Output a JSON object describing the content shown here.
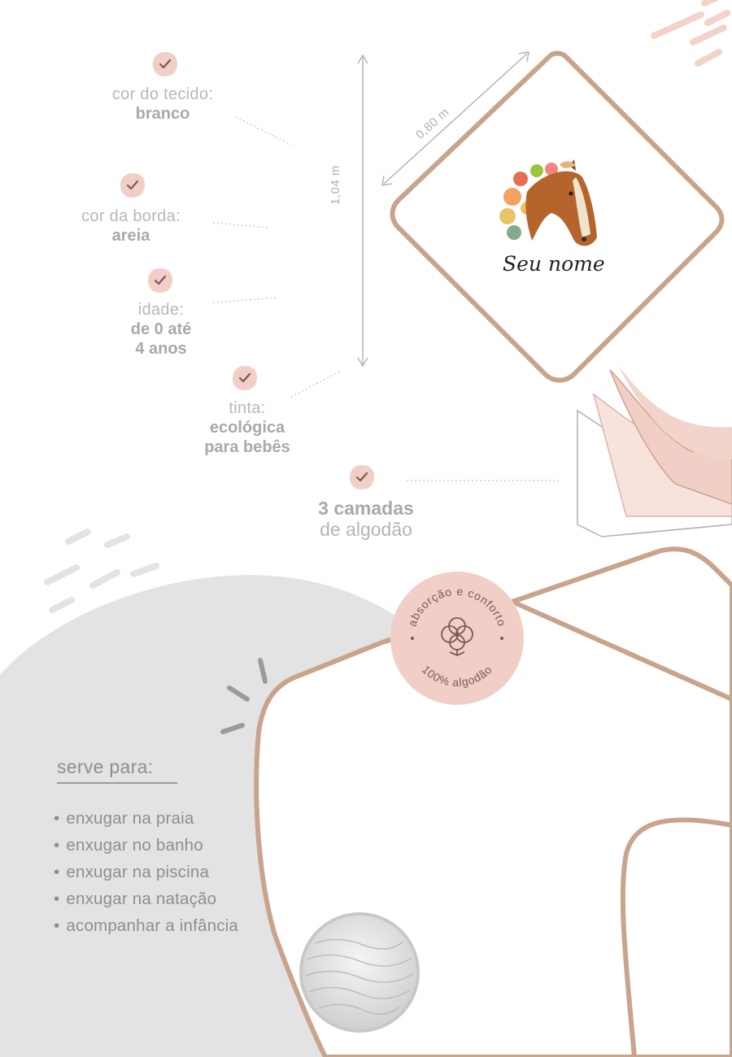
{
  "features": [
    {
      "label": "cor do tecido:",
      "value": "branco"
    },
    {
      "label": "cor da borda:",
      "value": "areia"
    },
    {
      "label": "idade:",
      "value_line1": "de 0 até",
      "value_line2": "4 anos"
    },
    {
      "label": "tinta:",
      "value_line1": "ecológica",
      "value_line2": "para bebês"
    },
    {
      "line1": "3 camadas",
      "line2": "de algodão"
    }
  ],
  "dimensions": {
    "height": "1,04 m",
    "width": "0,80 m"
  },
  "product": {
    "personalization_text": "Seu nome"
  },
  "badge": {
    "top_text": "absorção e conforto",
    "bottom_text": "100% algodão",
    "icon": "cotton-flower-icon"
  },
  "uses": {
    "title": "serve para:",
    "items": [
      "enxugar na praia",
      "enxugar no banho",
      "enxugar na piscina",
      "enxugar na natação",
      "acompanhar a infância"
    ]
  },
  "colors": {
    "accent_pink": "#f2cfc6",
    "border_sand": "#c9a48d",
    "text_gray": "#9a9a9a",
    "blob_gray": "#e3e3e3"
  }
}
